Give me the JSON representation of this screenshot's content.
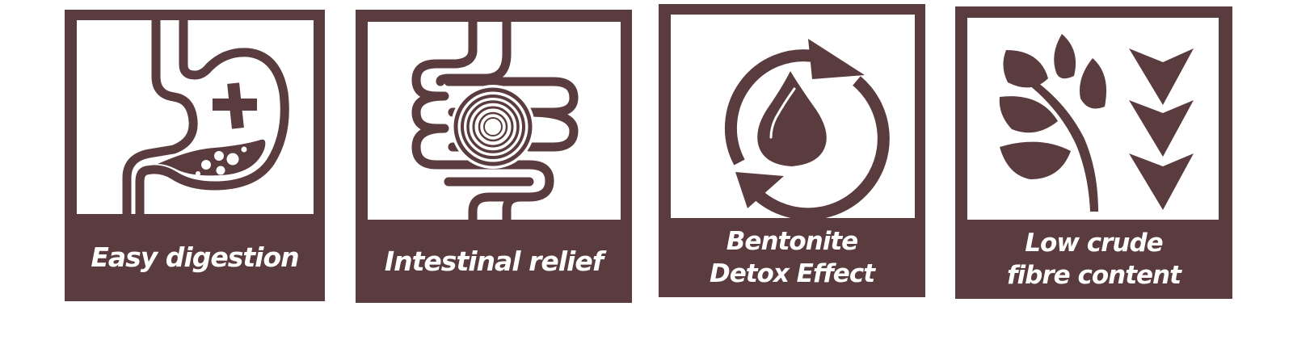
{
  "theme": {
    "brown": "#5a3c3e",
    "background": "#ffffff",
    "text": "#ffffff"
  },
  "badges": [
    {
      "id": "easy-digestion",
      "icon": "stomach-icon",
      "lines": [
        "Easy digestion"
      ]
    },
    {
      "id": "intestinal-relief",
      "icon": "intestine-icon",
      "lines": [
        "Intestinal relief"
      ]
    },
    {
      "id": "bentonite-detox",
      "icon": "water-drop-cycle-icon",
      "lines": [
        "Bentonite",
        "Detox Effect"
      ]
    },
    {
      "id": "low-crude-fibre",
      "icon": "leaves-down-arrows-icon",
      "lines": [
        "Low crude",
        "fibre content"
      ]
    }
  ]
}
